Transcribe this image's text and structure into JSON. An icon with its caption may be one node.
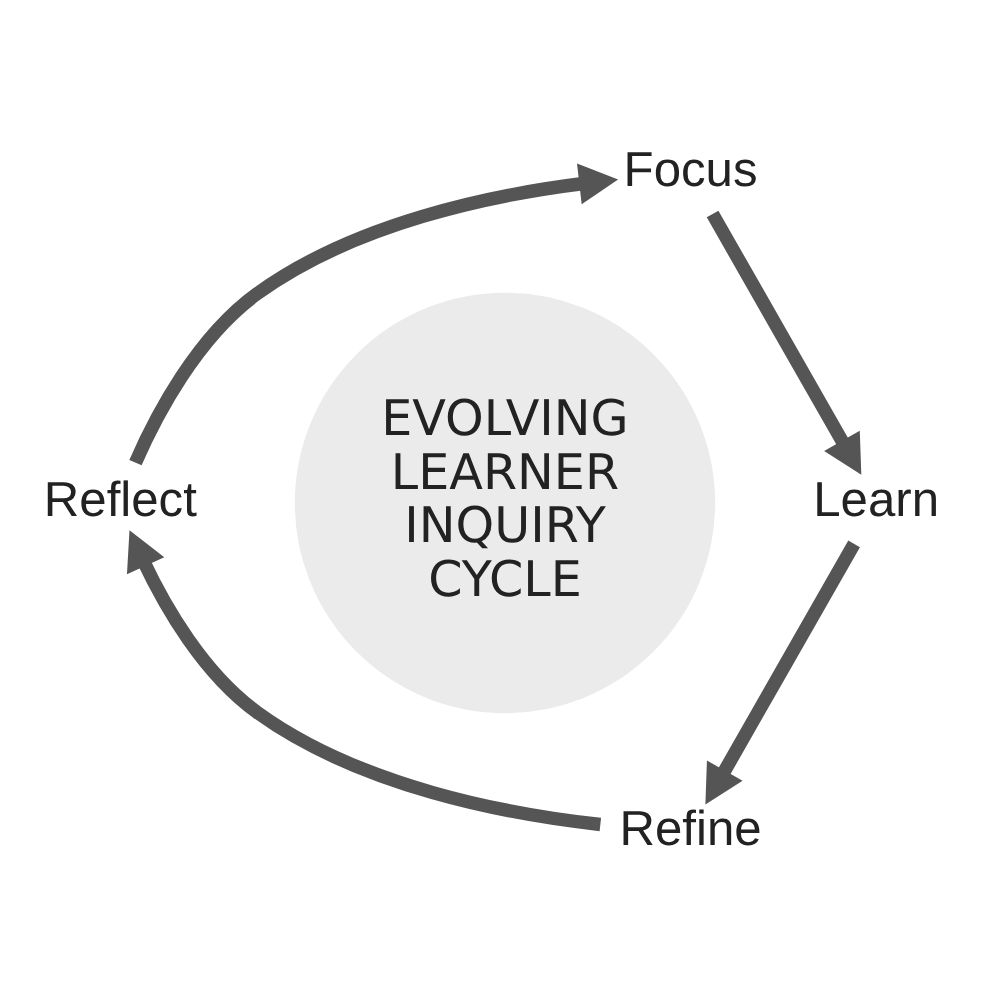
{
  "diagram": {
    "nodes": [
      {
        "text": [
          "EVOLVING LEARNER INQUIRY CYCLE"
        ]
      },
      {
        "text": [
          "Focus"
        ]
      },
      {
        "text": [
          "Learn"
        ]
      },
      {
        "text": [
          "Refine"
        ]
      },
      {
        "text": [
          "Reflect"
        ]
      }
    ],
    "edges": [
      {
        "from": 1,
        "to": 2,
        "arrow": "to"
      },
      {
        "from": 2,
        "to": 3,
        "arrow": "to"
      },
      {
        "from": 3,
        "to": 4,
        "arrow": "to"
      },
      {
        "from": 4,
        "to": 1,
        "arrow": "to"
      }
    ]
  }
}
